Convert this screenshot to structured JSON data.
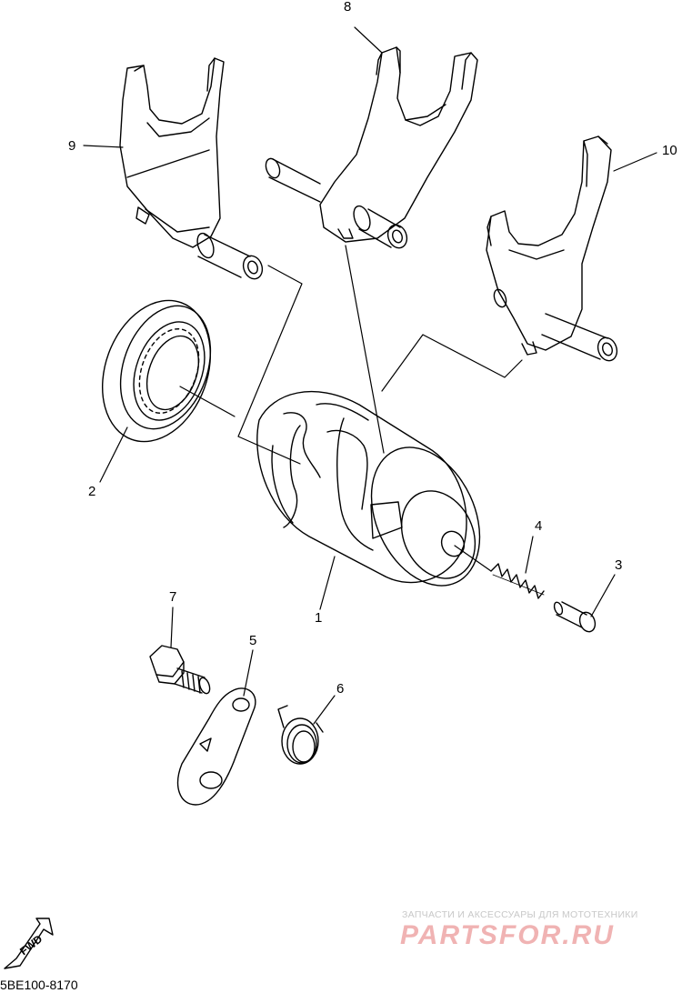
{
  "callouts": {
    "c1": "1",
    "c2": "2",
    "c3": "3",
    "c4": "4",
    "c5": "5",
    "c6": "6",
    "c7": "7",
    "c8": "8",
    "c9": "9",
    "c10": "10"
  },
  "reference_code": "5BE100-8170",
  "fwd_label": "FWD",
  "watermark": {
    "tagline": "ЗАПЧАСТИ И АКСЕССУАРЫ ДЛЯ МОТОТЕХНИКИ",
    "logo": "PARTSFOR.RU"
  },
  "colors": {
    "line": "#000000",
    "watermark_text": "#c8c8c8",
    "watermark_logo": "#f0b3b3"
  }
}
